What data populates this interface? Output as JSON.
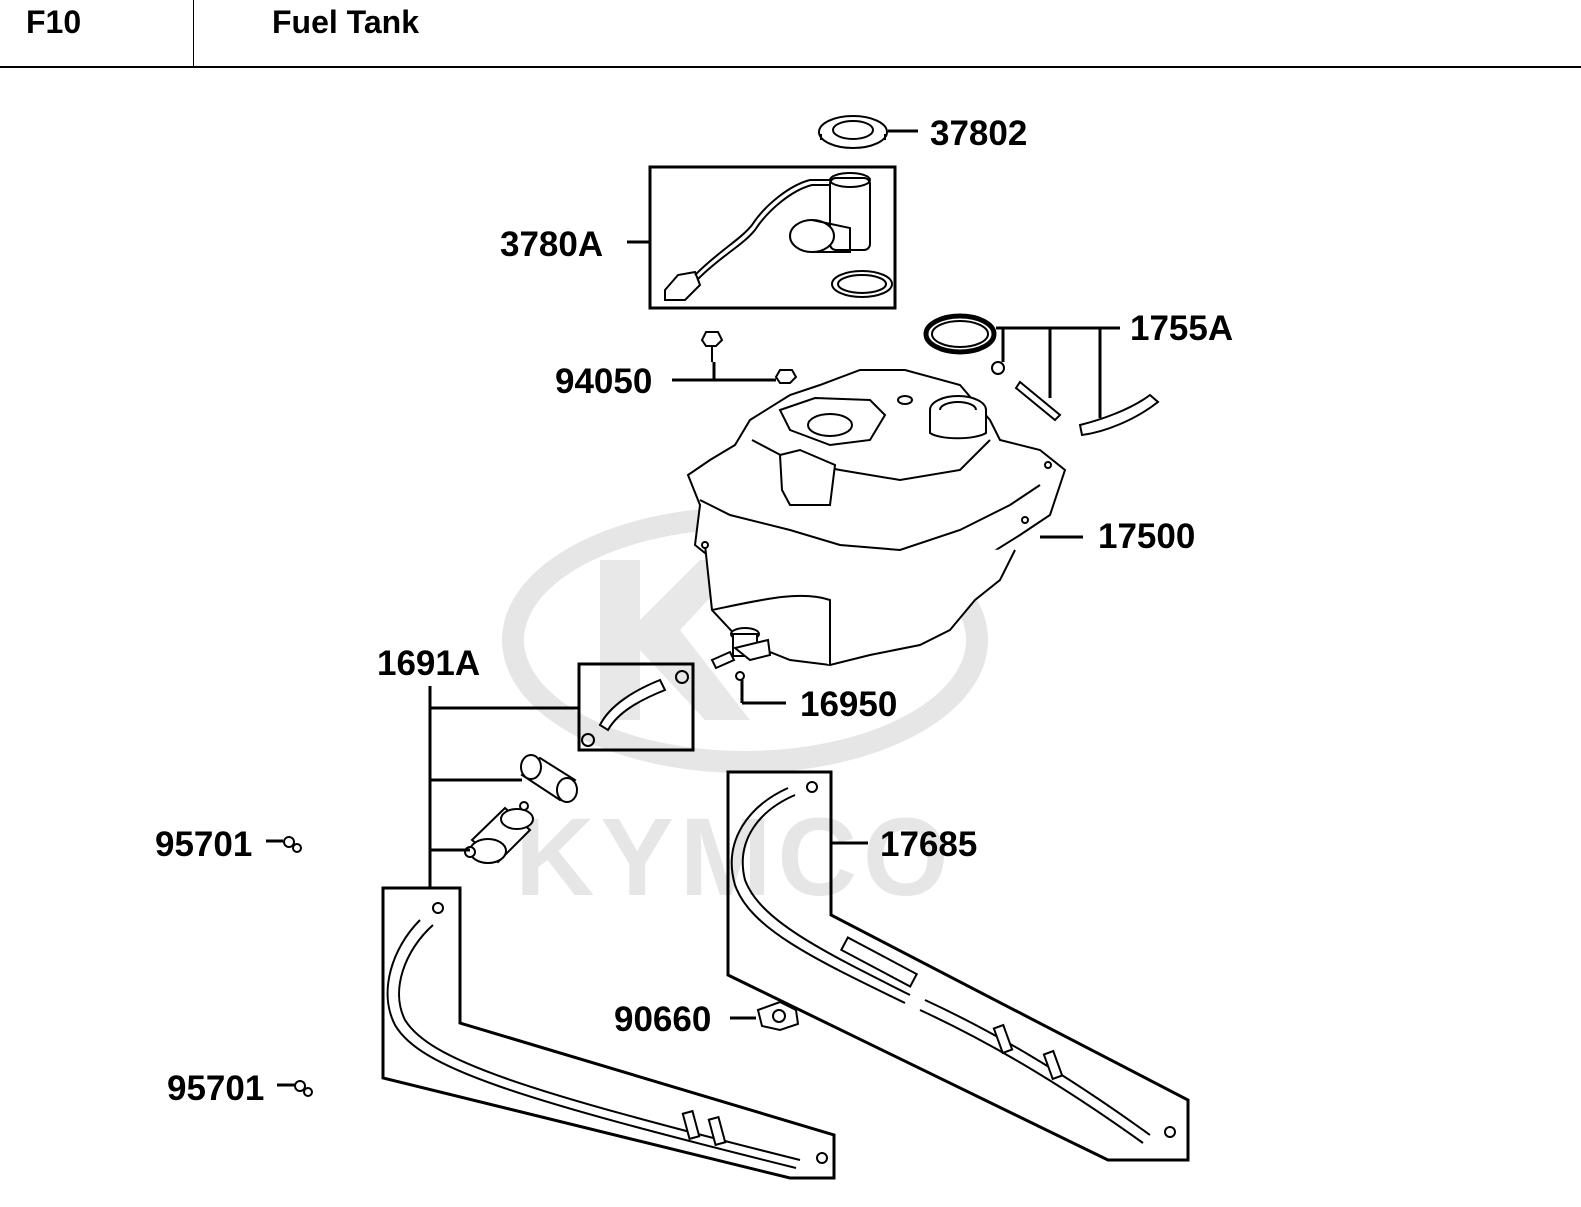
{
  "header": {
    "code": "F10",
    "title": "Fuel Tank"
  },
  "watermark": {
    "text": "KYMCO",
    "color": "#e6e6e6"
  },
  "parts": [
    {
      "id": "37802"
    },
    {
      "id": "3780A"
    },
    {
      "id": "1755A"
    },
    {
      "id": "94050"
    },
    {
      "id": "17500"
    },
    {
      "id": "1691A"
    },
    {
      "id": "16950"
    },
    {
      "id": "95701"
    },
    {
      "id": "17685"
    },
    {
      "id": "90660"
    },
    {
      "id": "95701"
    }
  ]
}
